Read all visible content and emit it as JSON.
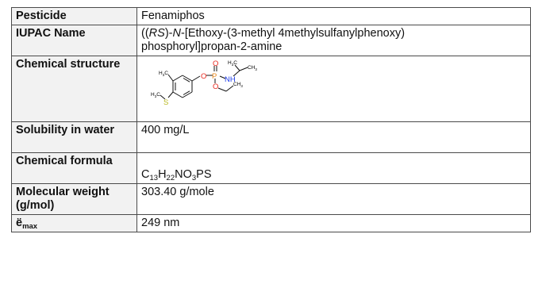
{
  "table": {
    "rows": [
      {
        "label": "Pesticide",
        "value": "Fenamiphos"
      },
      {
        "label": "IUPAC Name",
        "value_prefix": "((",
        "value_rs": "RS",
        "value_mid": ")-",
        "value_n": "N",
        "value_rest": "-[Ethoxy-(3-methyl 4methylsulfanylphenoxy)",
        "value_line2": "phosphoryl]propan-2-amine"
      },
      {
        "label": "Chemical structure"
      },
      {
        "label": "Solubility in water",
        "value": "400 mg/L"
      },
      {
        "label": "Chemical formula",
        "formula": [
          {
            "t": "C"
          },
          {
            "s": "13"
          },
          {
            "t": "H"
          },
          {
            "s": "22"
          },
          {
            "t": "NO"
          },
          {
            "s": "3"
          },
          {
            "t": "PS"
          }
        ]
      },
      {
        "label": "Molecular weight (g/mol)",
        "value": "303.40 g/mole"
      },
      {
        "label": "ë",
        "label_sub": "max",
        "value": "249 nm"
      }
    ]
  },
  "structure": {
    "atoms": {
      "o1": "O",
      "p": "P",
      "o_top": "O",
      "nh": "NH",
      "o2": "O",
      "s": "S",
      "h3c_top": "H",
      "h3c_top_sub": "3",
      "h3c_top_c": "C",
      "ch3_right": "CH",
      "ch3_right_sub": "3",
      "h3c_ring": "H",
      "h3c_ring_sub": "3",
      "h3c_ring_c": "C",
      "ch3_ethyl": "CH",
      "ch3_ethyl_sub": "3",
      "h3c_s": "H",
      "h3c_s_sub": "3",
      "h3c_s_c": "C"
    },
    "colors": {
      "oxygen": "#e8281e",
      "phosphorus": "#e88a1e",
      "nitrogen": "#1e3ce8",
      "sulfur": "#b8b81e",
      "bond": "#111111"
    }
  }
}
